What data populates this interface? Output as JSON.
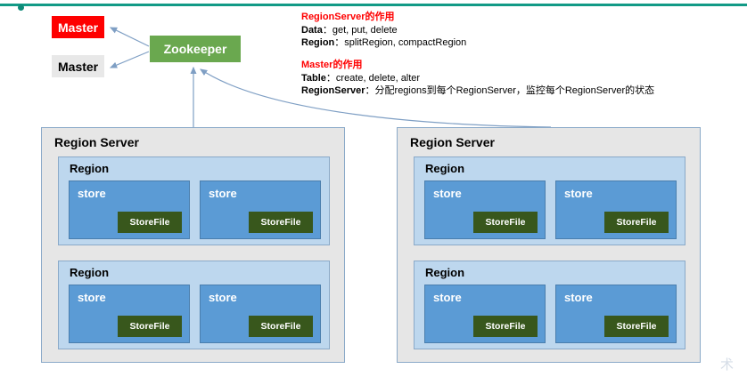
{
  "diagram": {
    "title": "HBase architecture diagram",
    "colors": {
      "master_active_bg": "#fe0000",
      "master_standby_bg": "#e8e8e8",
      "zookeeper_bg": "#6aa84f",
      "regionserver_bg": "#e6e6e6",
      "region_bg": "#bdd7ee",
      "store_bg": "#5b9bd5",
      "storefile_bg": "#38571c",
      "annotation_heading": "#ff0000",
      "top_rule": "#129a86",
      "connector": "#7f9fc4"
    }
  },
  "cluster": {
    "masters": [
      {
        "label": "Master",
        "state": "active"
      },
      {
        "label": "Master",
        "state": "standby"
      }
    ],
    "zookeeper": {
      "label": "Zookeeper"
    }
  },
  "annotations": [
    {
      "heading": "RegionServer的作用",
      "lines": [
        {
          "term": "Data",
          "sep": "：",
          "detail": "get, put, delete"
        },
        {
          "term": "Region",
          "sep": "：",
          "detail": "splitRegion, compactRegion"
        }
      ]
    },
    {
      "heading": "Master的作用",
      "lines": [
        {
          "term": "Table",
          "sep": "：",
          "detail": "create, delete, alter"
        },
        {
          "term": "RegionServer",
          "sep": "：",
          "detail": "分配regions到每个RegionServer，监控每个RegionServer的状态"
        }
      ]
    }
  ],
  "region_servers": [
    {
      "title": "Region Server",
      "regions": [
        {
          "title": "Region",
          "stores": [
            {
              "title": "store",
              "storefile": "StoreFile"
            },
            {
              "title": "store",
              "storefile": "StoreFile"
            }
          ]
        },
        {
          "title": "Region",
          "stores": [
            {
              "title": "store",
              "storefile": "StoreFile"
            },
            {
              "title": "store",
              "storefile": "StoreFile"
            }
          ]
        }
      ]
    },
    {
      "title": "Region Server",
      "regions": [
        {
          "title": "Region",
          "stores": [
            {
              "title": "store",
              "storefile": "StoreFile"
            },
            {
              "title": "store",
              "storefile": "StoreFile"
            }
          ]
        },
        {
          "title": "Region",
          "stores": [
            {
              "title": "store",
              "storefile": "StoreFile"
            },
            {
              "title": "store",
              "storefile": "StoreFile"
            }
          ]
        }
      ]
    }
  ],
  "watermark": {
    "text": "术"
  }
}
